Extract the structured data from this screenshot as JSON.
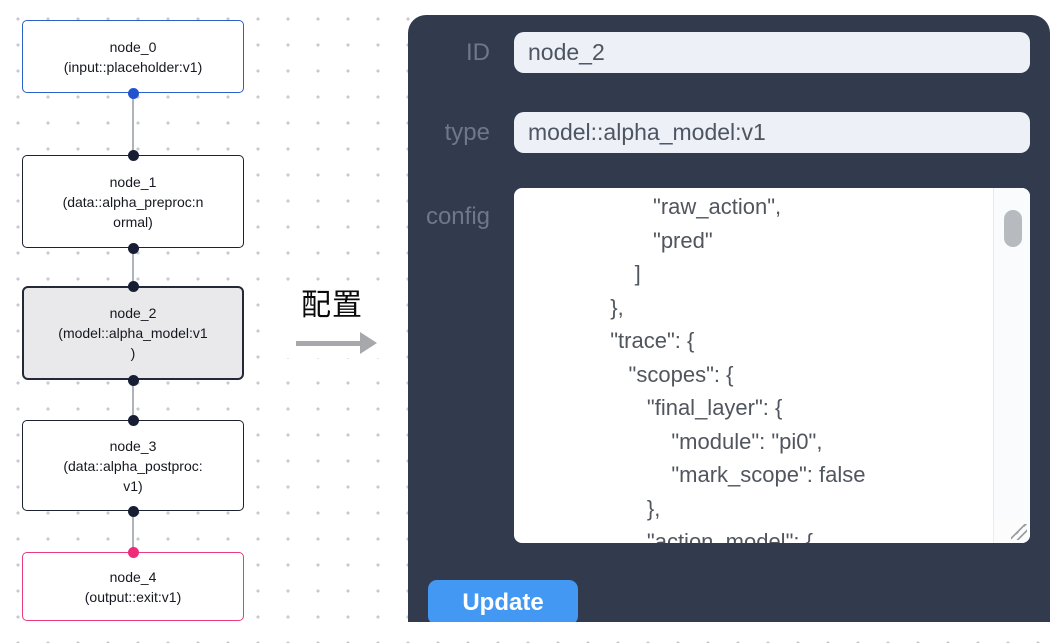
{
  "flow": {
    "nodes": [
      {
        "id": "node_0",
        "variant": "input",
        "lines": [
          "node_0",
          "(input::placeholder:v1)"
        ]
      },
      {
        "id": "node_1",
        "variant": "default",
        "lines": [
          "node_1",
          "(data::alpha_preproc:n",
          "ormal)"
        ]
      },
      {
        "id": "node_2",
        "variant": "selected",
        "lines": [
          "node_2",
          "(model::alpha_model:v1",
          ")"
        ]
      },
      {
        "id": "node_3",
        "variant": "default",
        "lines": [
          "node_3",
          "(data::alpha_postproc:",
          "v1)"
        ]
      },
      {
        "id": "node_4",
        "variant": "output",
        "lines": [
          "node_4",
          "(output::exit:v1)"
        ]
      }
    ],
    "ports": [
      "source-handle",
      "target-handle"
    ]
  },
  "annotation": {
    "label": "配置"
  },
  "panel": {
    "id_label": "ID",
    "id_value": "node_2",
    "type_label": "type",
    "type_value": "model::alpha_model:v1",
    "config_label": "config",
    "config_text": "         \"raw_action\",\n         \"pred\"\n      ]\n  },\n  \"trace\": {\n     \"scopes\": {\n        \"final_layer\": {\n            \"module\": \"pi0\",\n            \"mark_scope\": false\n        },\n        \"action_model\": {",
    "update_label": "Update"
  },
  "colors": {
    "panel_bg": "#323a4e",
    "accent_blue": "#4298f2",
    "input_bg": "#eef0f7",
    "node_input_border": "#2b5fc9",
    "node_output_border": "#ea3a80",
    "node_selected_bg": "#e9e9ec",
    "port_dark": "#171e33",
    "port_blue": "#2054cf",
    "port_pink": "#ee2a7b",
    "canvas_dot": "#c7cad2"
  }
}
